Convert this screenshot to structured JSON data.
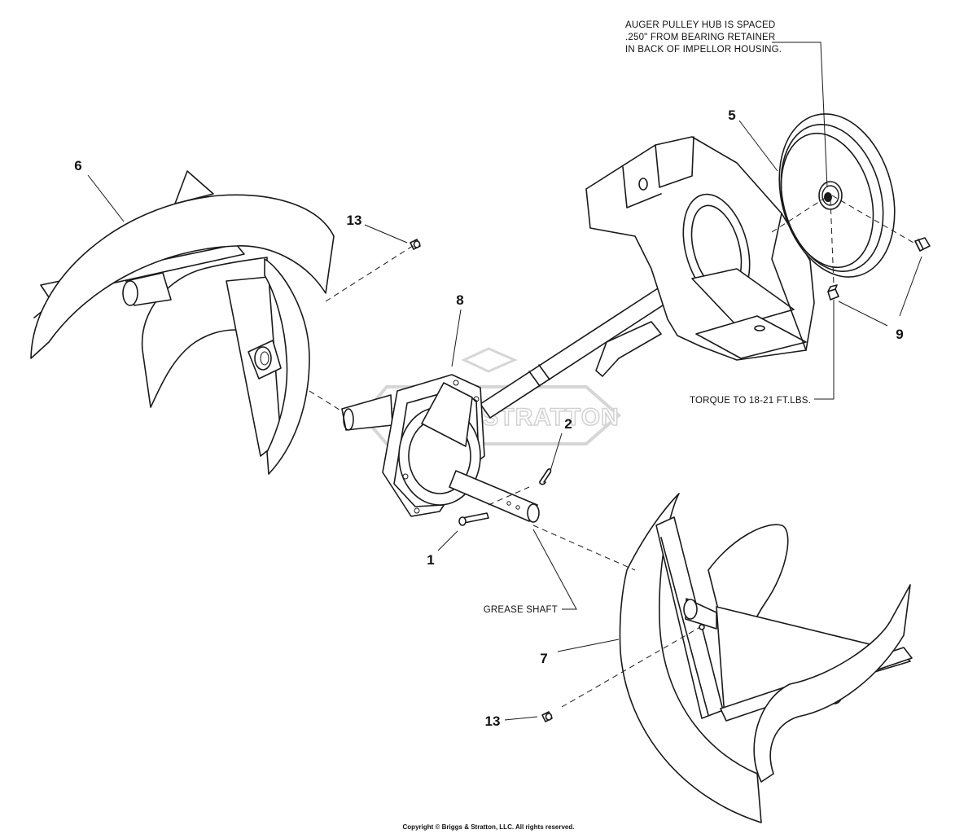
{
  "watermark": {
    "text": "BRIGGS&STRATTON"
  },
  "notes": {
    "pulley_spacing": [
      "AUGER PULLEY HUB IS SPACED",
      ".250\" FROM BEARING RETAINER",
      "IN BACK OF IMPELLOR HOUSING."
    ],
    "torque": "TORQUE TO 18-21 FT.LBS.",
    "grease": "GREASE SHAFT"
  },
  "callouts": {
    "part_1": "1",
    "part_2": "2",
    "part_5": "5",
    "part_6": "6",
    "part_7": "7",
    "part_8": "8",
    "part_9": "9",
    "part_13_upper": "13",
    "part_13_lower": "13"
  },
  "copyright": "Copyright © Briggs & Stratton, LLC. All rights reserved."
}
